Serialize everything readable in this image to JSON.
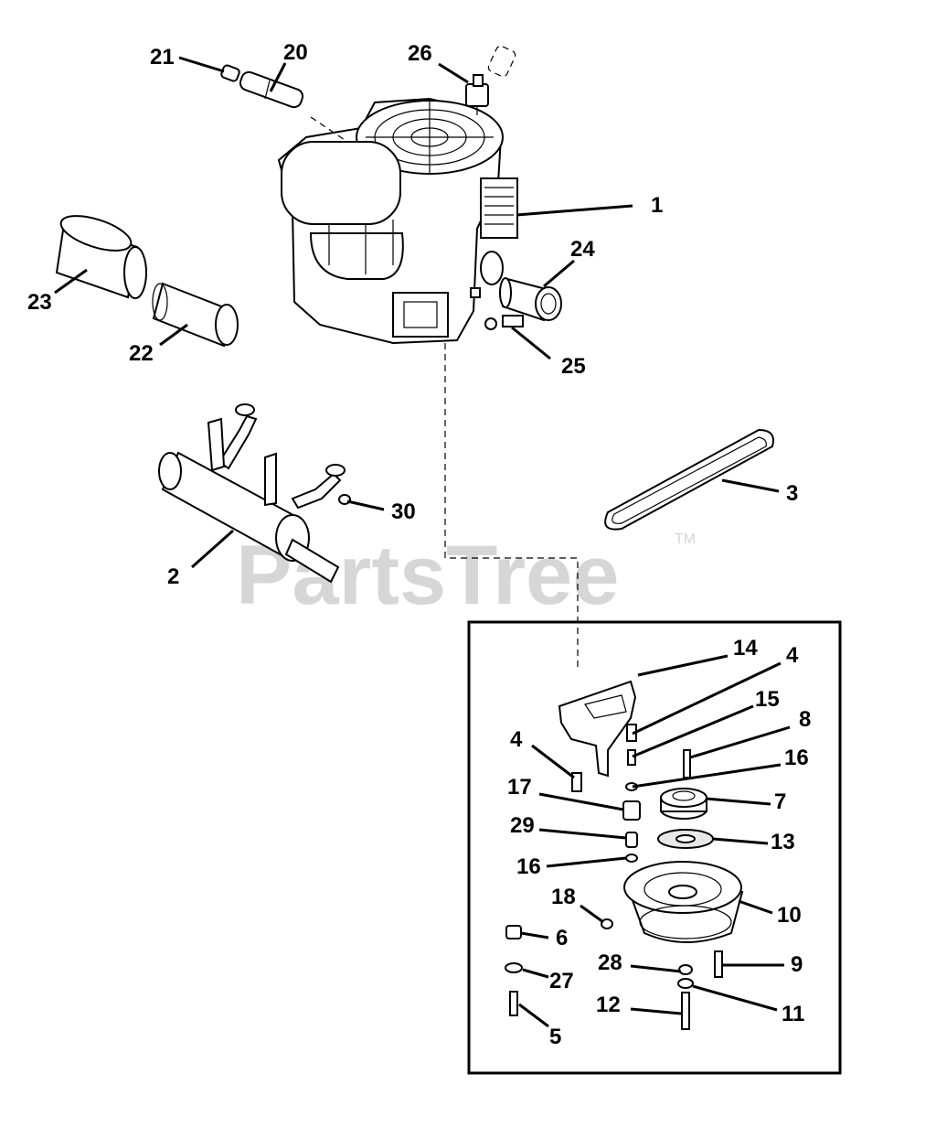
{
  "watermark": {
    "text": "PartsTree",
    "tm": "TM"
  },
  "callouts": {
    "c1": "1",
    "c2": "2",
    "c3": "3",
    "c4a": "4",
    "c4b": "4",
    "c5": "5",
    "c6": "6",
    "c7": "7",
    "c8": "8",
    "c9": "9",
    "c10": "10",
    "c11": "11",
    "c12": "12",
    "c13": "13",
    "c14": "14",
    "c15": "15",
    "c16a": "16",
    "c16b": "16",
    "c17": "17",
    "c18": "18",
    "c20": "20",
    "c21": "21",
    "c22": "22",
    "c23": "23",
    "c24": "24",
    "c25": "25",
    "c26": "26",
    "c27": "27",
    "c28": "28",
    "c29": "29",
    "c30": "30"
  },
  "colors": {
    "line": "#000000",
    "watermark": "#d6d6d6",
    "background": "#ffffff"
  }
}
